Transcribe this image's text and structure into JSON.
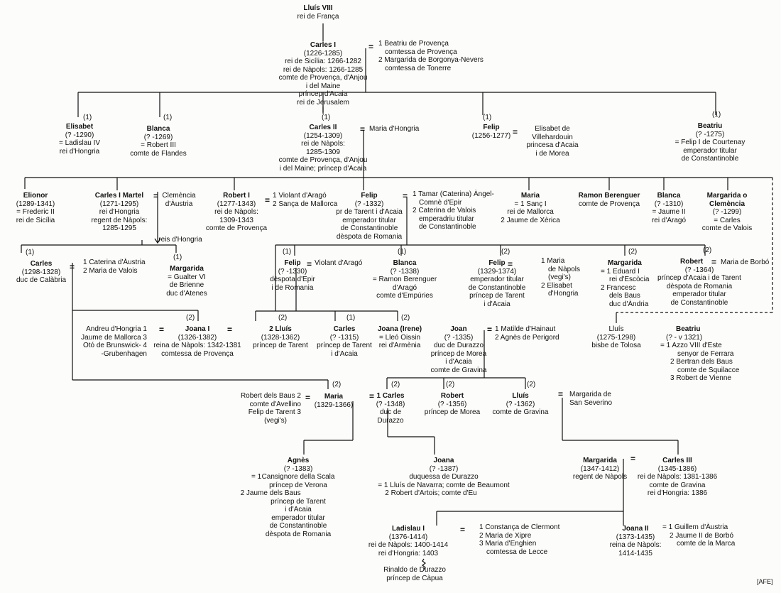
{
  "n_lluis8": {
    "name": "Lluís VIII",
    "l1": "rei de França"
  },
  "n_carles1": {
    "name": "Carles I",
    "l1": "(1226-1285)",
    "l2": "rei de Sicília: 1266-1282",
    "l3": "rei de Nàpols: 1266-1285",
    "l4": "comte de Provença, d'Anjou",
    "l5": "i del Maine",
    "l6": "príncep d'Acaia",
    "l7": "rei de Jerusalem"
  },
  "sp_carles1": {
    "l1": "1 Beatriu de Provença",
    "l2": "comtessa de Provença",
    "l3": "2 Margarida de Borgonya-Nevers",
    "l4": "comtessa de Tonerre"
  },
  "n_elisabet": {
    "mk": "(1)",
    "name": "Elisabet",
    "l1": "(? -1290)",
    "l2": "= Ladislau IV",
    "l3": "rei d'Hongria"
  },
  "n_blanca1": {
    "mk": "(1)",
    "name": "Blanca",
    "l1": "(? -1269)",
    "l2": "= Robert III",
    "l3": "comte de Flandes"
  },
  "n_carles2": {
    "mk": "(1)",
    "name": "Carles II",
    "l1": "(1254-1309)",
    "l2": "rei de Nàpols:",
    "l3": "1285-1309",
    "l4": "comte de Provença, d'Anjou",
    "l5": "i del Maine; príncep d'Acaia"
  },
  "sp_carles2": {
    "l1": "Maria d'Hongria"
  },
  "n_felip1": {
    "mk": "(1)",
    "name": "Felip",
    "l1": "(1256-1277)"
  },
  "sp_felip1": {
    "l1": "Elisabet de",
    "l2": "Villehardouin",
    "l3": "princesa d'Acaia",
    "l4": "i de Morea"
  },
  "n_beatriu1": {
    "mk": "(1)",
    "name": "Beatriu",
    "l1": "(? -1275)",
    "l2": "= Felip I de Courtenay",
    "l3": "emperador titular",
    "l4": "de Constantinoble"
  },
  "n_elionor": {
    "name": "Elionor",
    "l1": "(1289-1341)",
    "l2": "= Frederic II",
    "l3": "rei de Sicília"
  },
  "n_carlesmartel": {
    "name": "Carles I Martel",
    "l1": "(1271-1295)",
    "l2": "rei d'Hongria",
    "l3": "regent de Nàpols:",
    "l4": "1285-1295"
  },
  "sp_carlesmartel": {
    "l1": "Clemència",
    "l2": "d'Àustria"
  },
  "t_reis": {
    "l1": "reis d'Hongria"
  },
  "n_robert1": {
    "name": "Robert I",
    "l1": "(1277-1343)",
    "l2": "rei de Nàpols:",
    "l3": "1309-1343",
    "l4": "comte de Provença"
  },
  "sp_robert1": {
    "l1": "1 Violant d'Aragó",
    "l2": "2 Sança de Mallorca"
  },
  "n_felip2": {
    "name": "Felip",
    "l1": "(? -1332)",
    "l2": "pr de Tarent i d'Acaia",
    "l3": "emperador titular",
    "l4": "de Constantinoble",
    "l5": "dèspota de Romania"
  },
  "sp_felip2": {
    "l1": "1 Tamar (Caterina) Àngel-",
    "l2": "Comnè d'Epir",
    "l3": "2 Caterina de Valois",
    "l4": "emperadriu titular",
    "l5": "de Constantinoble"
  },
  "n_maria1": {
    "name": "Maria",
    "l1": "= 1 Sanç I",
    "l2": "rei de Mallorca",
    "l3": "2 Jaume de Xèrica"
  },
  "n_ramonb": {
    "name": "Ramon Berenguer",
    "l1": "comte de Provença"
  },
  "n_blanca2": {
    "name": "Blanca",
    "l1": "(? -1310)",
    "l2": "= Jaume II",
    "l3": "rei d'Aragó"
  },
  "n_margclem": {
    "name": "Margarida o",
    "name2": "Clemència",
    "l1": "(? -1299)",
    "l2": "= Carles",
    "l3": "comte de Valois"
  },
  "n_carles3": {
    "mk": "(1)",
    "name": "Carles",
    "l1": "(1298-1328)",
    "l2": "duc de Calàbria"
  },
  "sp_carles3": {
    "l1": "1 Caterina d'Àustria",
    "l2": "2 Maria de Valois"
  },
  "n_margarida1": {
    "mk": "(1)",
    "name": "Margarida",
    "l1": "= Gualter VI",
    "l2": "de Brienne",
    "l3": "duc d'Atenes"
  },
  "n_felip3": {
    "mk": "(1)",
    "name": "Felip",
    "l1": "(? -1330)",
    "l2": "dèspota d'Epir",
    "l3": "i de Romania"
  },
  "sp_felip3": {
    "l1": "Violant d'Aragó"
  },
  "n_blanca3": {
    "mk": "(1)",
    "name": "Blanca",
    "l1": "(? -1338)",
    "l2": "= Ramon Berenguer",
    "l3": "d'Aragó",
    "l4": "comte d'Empúries"
  },
  "n_felip4": {
    "mk": "(2)",
    "name": "Felip",
    "l1": "(1329-1374)",
    "l2": "emperador titular",
    "l3": "de Constantinoble",
    "l4": "príncep de Tarent",
    "l5": "i d'Acaia"
  },
  "sp_felip4": {
    "l1": "1 Maria",
    "l2": "de Nàpols",
    "l3": "(vegi's)",
    "l4": "2 Elisabet",
    "l5": "d'Hongria"
  },
  "n_margarida2": {
    "mk": "(2)",
    "name": "Margarida",
    "l1": "= 1 Eduard I",
    "l2": "rei d'Escòcia",
    "l3": "2 Francesc",
    "l4": "dels Baus",
    "l5": "duc d'Àndria"
  },
  "n_robert2": {
    "mk": "(2)",
    "name": "Robert",
    "l1": "(? -1364)",
    "l2": "príncep d'Acaia i de Tarent",
    "l3": "dèspota de Romania",
    "l4": "emperador titular",
    "l5": "de Constantinoble"
  },
  "sp_robert2": {
    "l1": "Maria de Borbó"
  },
  "n_joana1": {
    "mk": "(2)",
    "name": "Joana I",
    "l1": "(1326-1382)",
    "l2": "reina de Nàpols: 1342-1381",
    "l3": "comtessa de Provença"
  },
  "sp_joana1": {
    "l1": "Andreu d'Hongria 1",
    "l2": "Jaume de Mallorca 3",
    "l3": "Otó de Brunswick- 4",
    "l4": "-Grubenhagen"
  },
  "n_lluis2": {
    "mk": "(2)",
    "name": "2 Lluís",
    "l1": "(1328-1362)",
    "l2": "príncep de Tarent"
  },
  "n_carles4": {
    "mk": "(1)",
    "name": "Carles",
    "l1": "(? -1315)",
    "l2": "príncep de Tarent",
    "l3": "i d'Acaia"
  },
  "n_joanairene": {
    "mk": "(2)",
    "name": "Joana (Irene)",
    "l1": "= Lleó Oissin",
    "l2": "rei d'Armènia"
  },
  "n_joan": {
    "name": "Joan",
    "l1": "(? -1335)",
    "l2": "duc de Durazzo",
    "l3": "príncep de Morea",
    "l4": "i d'Acaia",
    "l5": "comte de Gravina"
  },
  "sp_joan": {
    "l1": "1 Matilde d'Hainaut",
    "l2": "2 Agnès de Perigord"
  },
  "n_lluis3": {
    "name": "Lluís",
    "l1": "(1275-1298)",
    "l2": "bisbe de Tolosa"
  },
  "n_beatriu2": {
    "name": "Beatriu",
    "l1": "(? - v 1321)",
    "l2": "= 1 Azzo VIII d'Este",
    "l3": "senyor de Ferrara",
    "l4": "2 Bertran dels Baus",
    "l5": "comte de Squilacce",
    "l6": "3 Robert de Vienne"
  },
  "n_maria2": {
    "mk": "(2)",
    "name": "Maria",
    "l1": "(1329-1366)"
  },
  "sp_maria2": {
    "l1": "Robert dels Baus 2",
    "l2": "comte d'Avellino",
    "l3": "Felip de Tarent 3",
    "l4": "(vegi's)"
  },
  "n_carles5": {
    "mk": "(2)",
    "name": "1 Carles",
    "l1": "(? -1348)",
    "l2": "duc de",
    "l3": "Durazzo"
  },
  "n_robert3": {
    "mk": "(2)",
    "name": "Robert",
    "l1": "(? -1356)",
    "l2": "príncep de Morea"
  },
  "n_lluis4": {
    "mk": "(2)",
    "name": "Lluís",
    "l1": "(? -1362)",
    "l2": "comte de Gravina"
  },
  "sp_lluis4": {
    "l1": "Margarida de",
    "l2": "San Severino"
  },
  "n_agnes": {
    "name": "Agnès",
    "l1": "(? -1383)",
    "l2": "Cansignore della Scala",
    "l3": "príncep de Verona",
    "l4": "2  Jaume dels Baus",
    "l5": "príncep de Tarent",
    "l6": "i d'Acaia",
    "l7": "emperador titular",
    "l8": "de Constantinoble",
    "l9": "dèspota de Romania"
  },
  "t_agnes_eq": {
    "l1": "= 1"
  },
  "n_joana2": {
    "name": "Joana",
    "l1": "(? -1387)",
    "l2": "duquessa de Durazzo",
    "l3": "= 1 Lluís de Navarra; comte de Beaumont",
    "l4": "2 Robert d'Artois; comte d'Eu"
  },
  "n_margarida3": {
    "name": "Margarida",
    "l1": "(1347-1412)",
    "l2": "regent de Nàpols"
  },
  "n_carles6": {
    "name": "Carles III",
    "l1": "(1345-1386)",
    "l2": "rei de Nàpols: 1381-1386",
    "l3": "comte de Gravina",
    "l4": "rei d'Hongria: 1386"
  },
  "n_ladislau": {
    "name": "Ladislau I",
    "l1": "(1376-1414)",
    "l2": "rei de Nàpols: 1400-1414",
    "l3": "rei d'Hongria: 1403"
  },
  "sp_ladislau": {
    "l1": "1 Constança de Clermont",
    "l2": "2 Maria de Xipre",
    "l3": "3 Maria d'Enghien",
    "l4": "comtessa de Lecce"
  },
  "n_rinaldo": {
    "name": "Rinaldo de Durazzo",
    "l1": "príncep de Càpua"
  },
  "n_joana3": {
    "name": "Joana II",
    "l1": "(1373-1435)",
    "l2": "reina de Nàpols:",
    "l3": "1414-1435"
  },
  "sp_joana3": {
    "l1": "= 1 Guillem d'Àustria",
    "l2": "2 Jaume II de Borbó",
    "l3": "comte de la Marca"
  },
  "credit": "[AFE]"
}
